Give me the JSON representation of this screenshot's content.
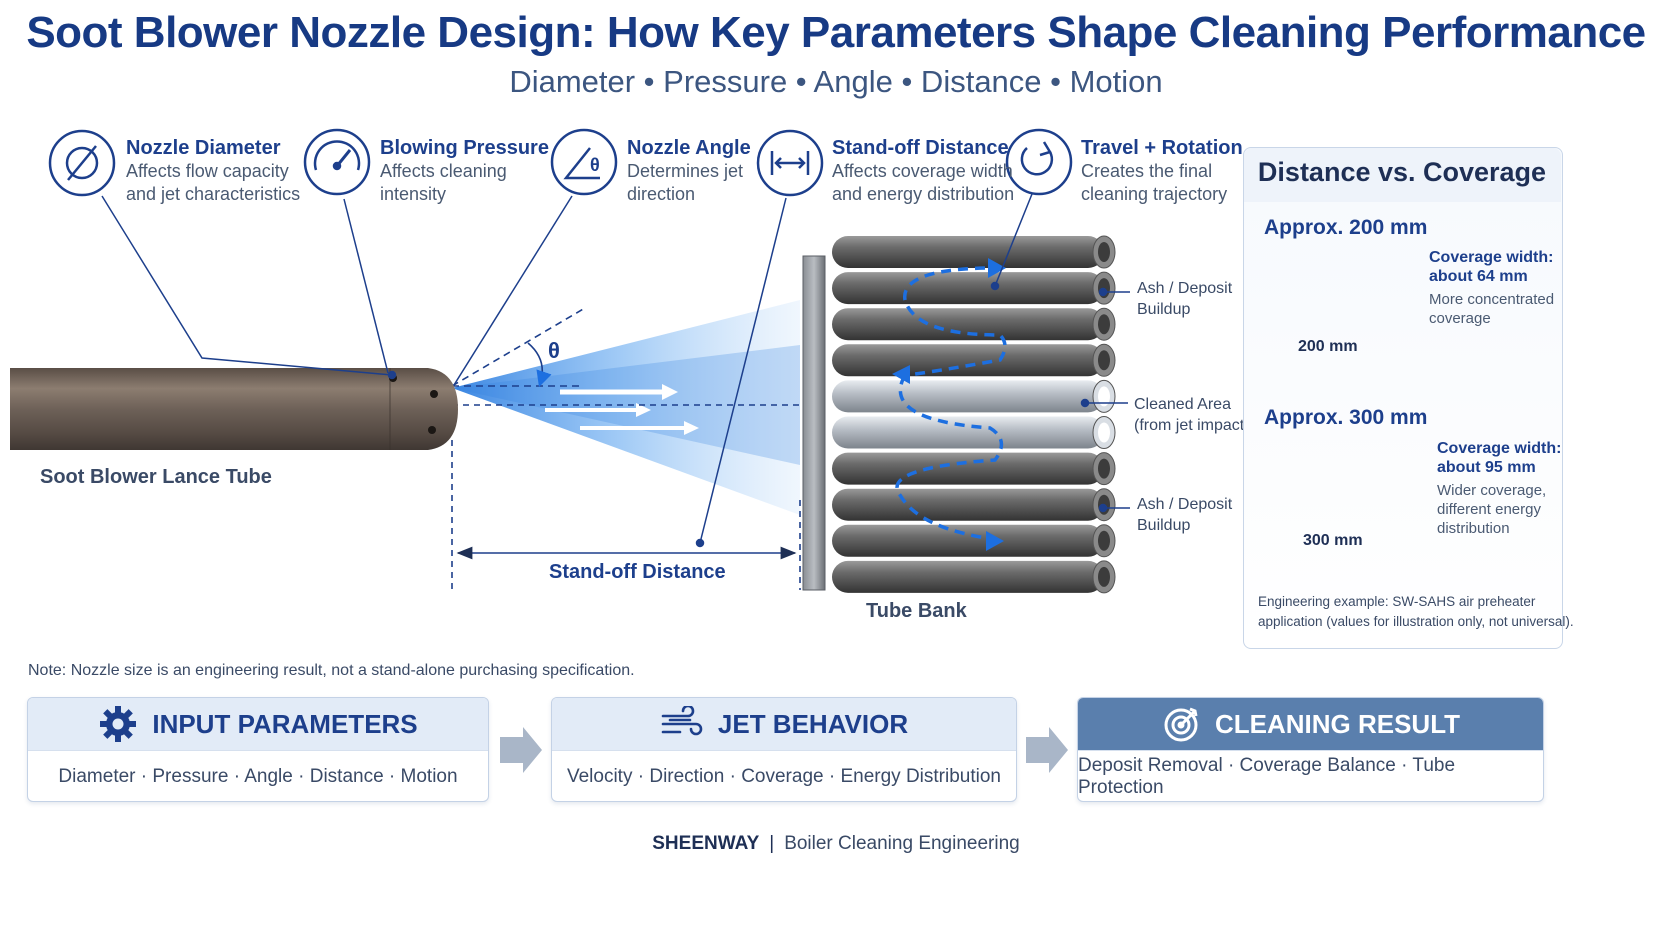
{
  "title": "Soot Blower Nozzle Design: How Key Parameters Shape Cleaning Performance",
  "subtitle": "Diameter • Pressure • Angle • Distance • Motion",
  "parameters": [
    {
      "title": "Nozzle Diameter",
      "desc1": "Affects flow capacity",
      "desc2": "and jet characteristics",
      "icon": "diameter-icon"
    },
    {
      "title": "Blowing Pressure",
      "desc1": "Affects cleaning",
      "desc2": "intensity",
      "icon": "gauge-icon"
    },
    {
      "title": "Nozzle Angle",
      "desc1": "Determines jet",
      "desc2": "direction",
      "icon": "angle-icon"
    },
    {
      "title": "Stand-off Distance",
      "desc1": "Affects coverage width",
      "desc2": "and energy distribution",
      "icon": "distance-icon"
    },
    {
      "title": "Travel + Rotation",
      "desc1": "Creates the final",
      "desc2": "cleaning trajectory",
      "icon": "rotation-icon"
    }
  ],
  "diagram": {
    "lance_label": "Soot Blower Lance Tube",
    "angle_symbol": "θ",
    "standoff_label": "Stand-off Distance",
    "tube_bank_label": "Tube Bank",
    "ash_label_1a": "Ash / Deposit",
    "ash_label_1b": "Buildup",
    "cleaned_label_a": "Cleaned Area",
    "cleaned_label_b": "(from jet impact)",
    "ash_label_2a": "Ash / Deposit",
    "ash_label_2b": "Buildup"
  },
  "panel": {
    "title": "Distance vs. Coverage",
    "case1": {
      "approx": "Approx. 200 mm",
      "cov1": "Coverage width:",
      "cov2": "about 64 mm",
      "desc1": "More concentrated",
      "desc2": "coverage",
      "dim": "200 mm"
    },
    "case2": {
      "approx": "Approx. 300 mm",
      "cov1": "Coverage width:",
      "cov2": "about 95 mm",
      "desc1": "Wider coverage,",
      "desc2": "different energy",
      "desc3": "distribution",
      "dim": "300 mm"
    },
    "example1": "Engineering example: SW-SAHS air preheater",
    "example2": "application (values for illustration only, not universal)."
  },
  "note": "Note: Nozzle size is an engineering result, not a stand-alone purchasing specification.",
  "flow": [
    {
      "title": "INPUT PARAMETERS",
      "body": "Diameter · Pressure · Angle · Distance · Motion",
      "icon": "gear-icon"
    },
    {
      "title": "JET BEHAVIOR",
      "body": "Velocity · Direction · Coverage · Energy Distribution",
      "icon": "wind-icon"
    },
    {
      "title": "CLEANING RESULT",
      "body": "Deposit Removal · Coverage Balance · Tube Protection",
      "icon": "target-icon"
    }
  ],
  "footer": {
    "brand": "SHEENWAY",
    "separator": "|",
    "tagline": "Boiler Cleaning Engineering"
  },
  "colors": {
    "primary": "#1d3f8c",
    "jet": "#4a90e2",
    "panel_header": "#5a7fad"
  }
}
